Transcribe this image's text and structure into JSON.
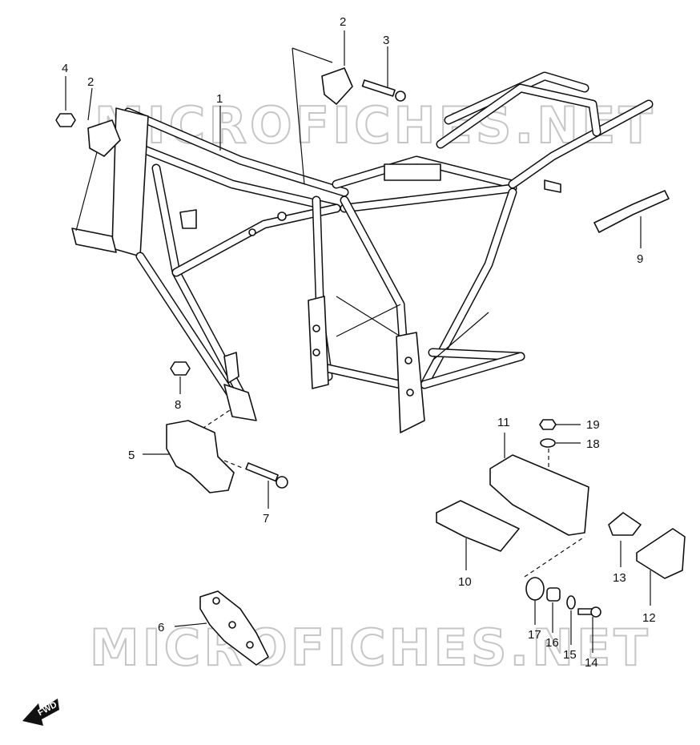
{
  "watermark": {
    "text_top": "MICROFICHES.NET",
    "text_bottom": "MICROFICHES.NET"
  },
  "direction_badge": {
    "label": "FWD"
  },
  "callouts": [
    {
      "id": "c1",
      "label": "1"
    },
    {
      "id": "c2a",
      "label": "2"
    },
    {
      "id": "c2b",
      "label": "2"
    },
    {
      "id": "c3",
      "label": "3"
    },
    {
      "id": "c4",
      "label": "4"
    },
    {
      "id": "c5",
      "label": "5"
    },
    {
      "id": "c6",
      "label": "6"
    },
    {
      "id": "c7",
      "label": "7"
    },
    {
      "id": "c8",
      "label": "8"
    },
    {
      "id": "c9",
      "label": "9"
    },
    {
      "id": "c10",
      "label": "10"
    },
    {
      "id": "c11",
      "label": "11"
    },
    {
      "id": "c12",
      "label": "12"
    },
    {
      "id": "c13",
      "label": "13"
    },
    {
      "id": "c14",
      "label": "14"
    },
    {
      "id": "c15",
      "label": "15"
    },
    {
      "id": "c16",
      "label": "16"
    },
    {
      "id": "c17",
      "label": "17"
    },
    {
      "id": "c18",
      "label": "18"
    },
    {
      "id": "c19",
      "label": "19"
    }
  ]
}
